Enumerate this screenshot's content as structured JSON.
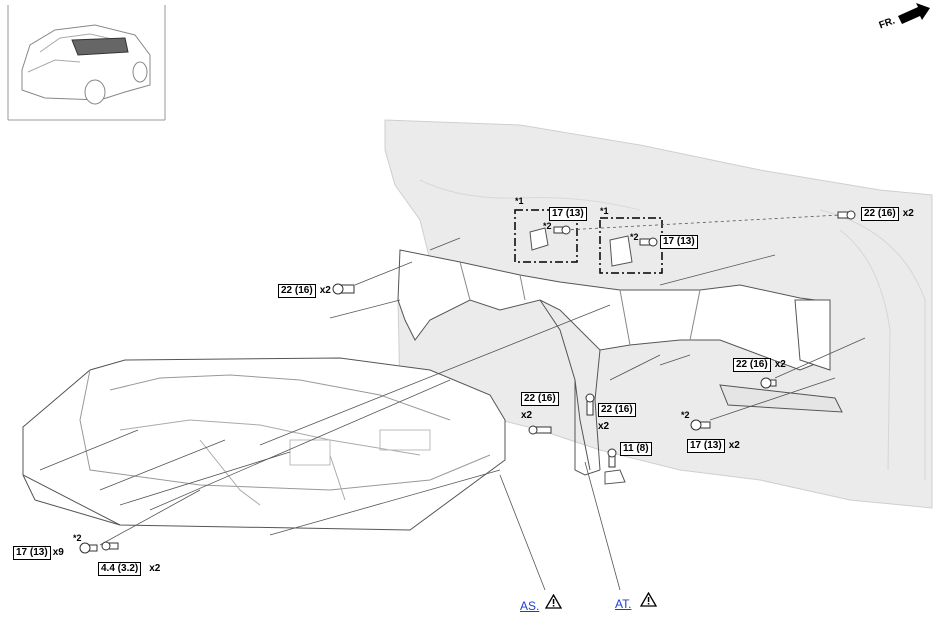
{
  "orientation": {
    "label": "FR."
  },
  "callouts": [
    {
      "id": "c1",
      "torque": "22 (16)",
      "qty": "x2"
    },
    {
      "id": "c2",
      "torque": "17 (13)",
      "qty": ""
    },
    {
      "id": "c3",
      "torque": "17 (13)",
      "qty": ""
    },
    {
      "id": "c4",
      "torque": "22 (16)",
      "qty": "x2"
    },
    {
      "id": "c5",
      "torque": "22 (16)",
      "qty": "x2"
    },
    {
      "id": "c6",
      "torque": "22 (16)",
      "qty": "x2"
    },
    {
      "id": "c7",
      "torque": "22 (16)",
      "qty": "x2"
    },
    {
      "id": "c8",
      "torque": "11 (8)",
      "qty": ""
    },
    {
      "id": "c9",
      "torque": "17 (13)",
      "qty": "x2"
    },
    {
      "id": "c10",
      "torque": "17 (13)",
      "qty": "x9"
    },
    {
      "id": "c11",
      "torque": "4.4 (3.2)",
      "qty": "x2"
    }
  ],
  "markers": [
    "*1",
    "*2",
    "*1",
    "*2",
    "*2",
    "*2"
  ],
  "links": [
    {
      "label": "AS.",
      "icon": "warning-triangle-icon"
    },
    {
      "label": "AT.",
      "icon": "warning-triangle-icon"
    }
  ],
  "colors": {
    "link": "#1a3fd6",
    "body_fill": "#ebebeb",
    "line": "#333333"
  }
}
